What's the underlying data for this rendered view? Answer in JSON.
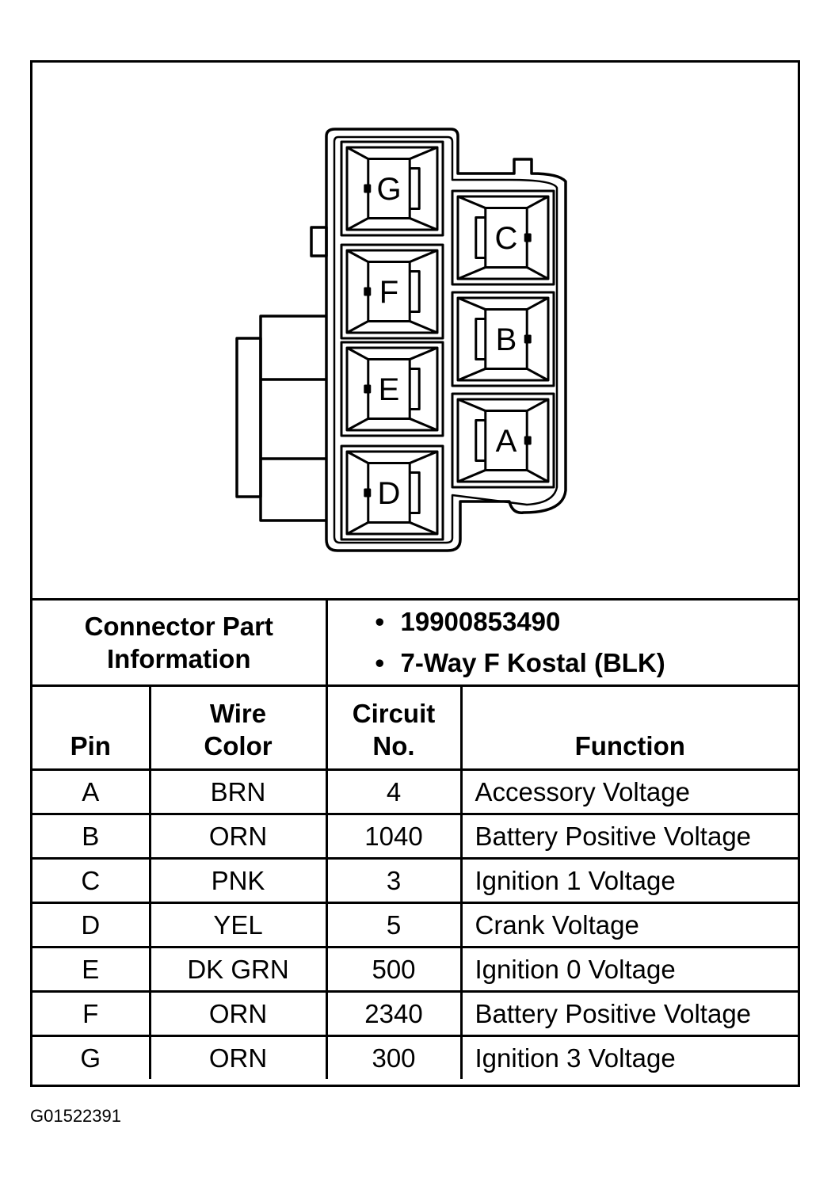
{
  "diagram": {
    "pin_labels_left": [
      "G",
      "F",
      "E",
      "D"
    ],
    "pin_labels_right": [
      "C",
      "B",
      "A"
    ]
  },
  "connector_info": {
    "label_line1": "Connector Part",
    "label_line2": "Information",
    "bullet": "•",
    "items": [
      "19900853490",
      "7-Way F Kostal (BLK)"
    ]
  },
  "table": {
    "headers": {
      "pin": "Pin",
      "wire_color_line1": "Wire",
      "wire_color_line2": "Color",
      "circuit_line1": "Circuit",
      "circuit_line2": "No.",
      "function": "Function"
    },
    "rows": [
      {
        "pin": "A",
        "wire": "BRN",
        "circuit": "4",
        "function": "Accessory Voltage"
      },
      {
        "pin": "B",
        "wire": "ORN",
        "circuit": "1040",
        "function": "Battery Positive Voltage"
      },
      {
        "pin": "C",
        "wire": "PNK",
        "circuit": "3",
        "function": "Ignition 1 Voltage"
      },
      {
        "pin": "D",
        "wire": "YEL",
        "circuit": "5",
        "function": "Crank Voltage"
      },
      {
        "pin": "E",
        "wire": "DK GRN",
        "circuit": "500",
        "function": "Ignition 0 Voltage"
      },
      {
        "pin": "F",
        "wire": "ORN",
        "circuit": "2340",
        "function": "Battery Positive Voltage"
      },
      {
        "pin": "G",
        "wire": "ORN",
        "circuit": "300",
        "function": "Ignition 3 Voltage"
      }
    ]
  },
  "footer": {
    "code": "G01522391"
  }
}
